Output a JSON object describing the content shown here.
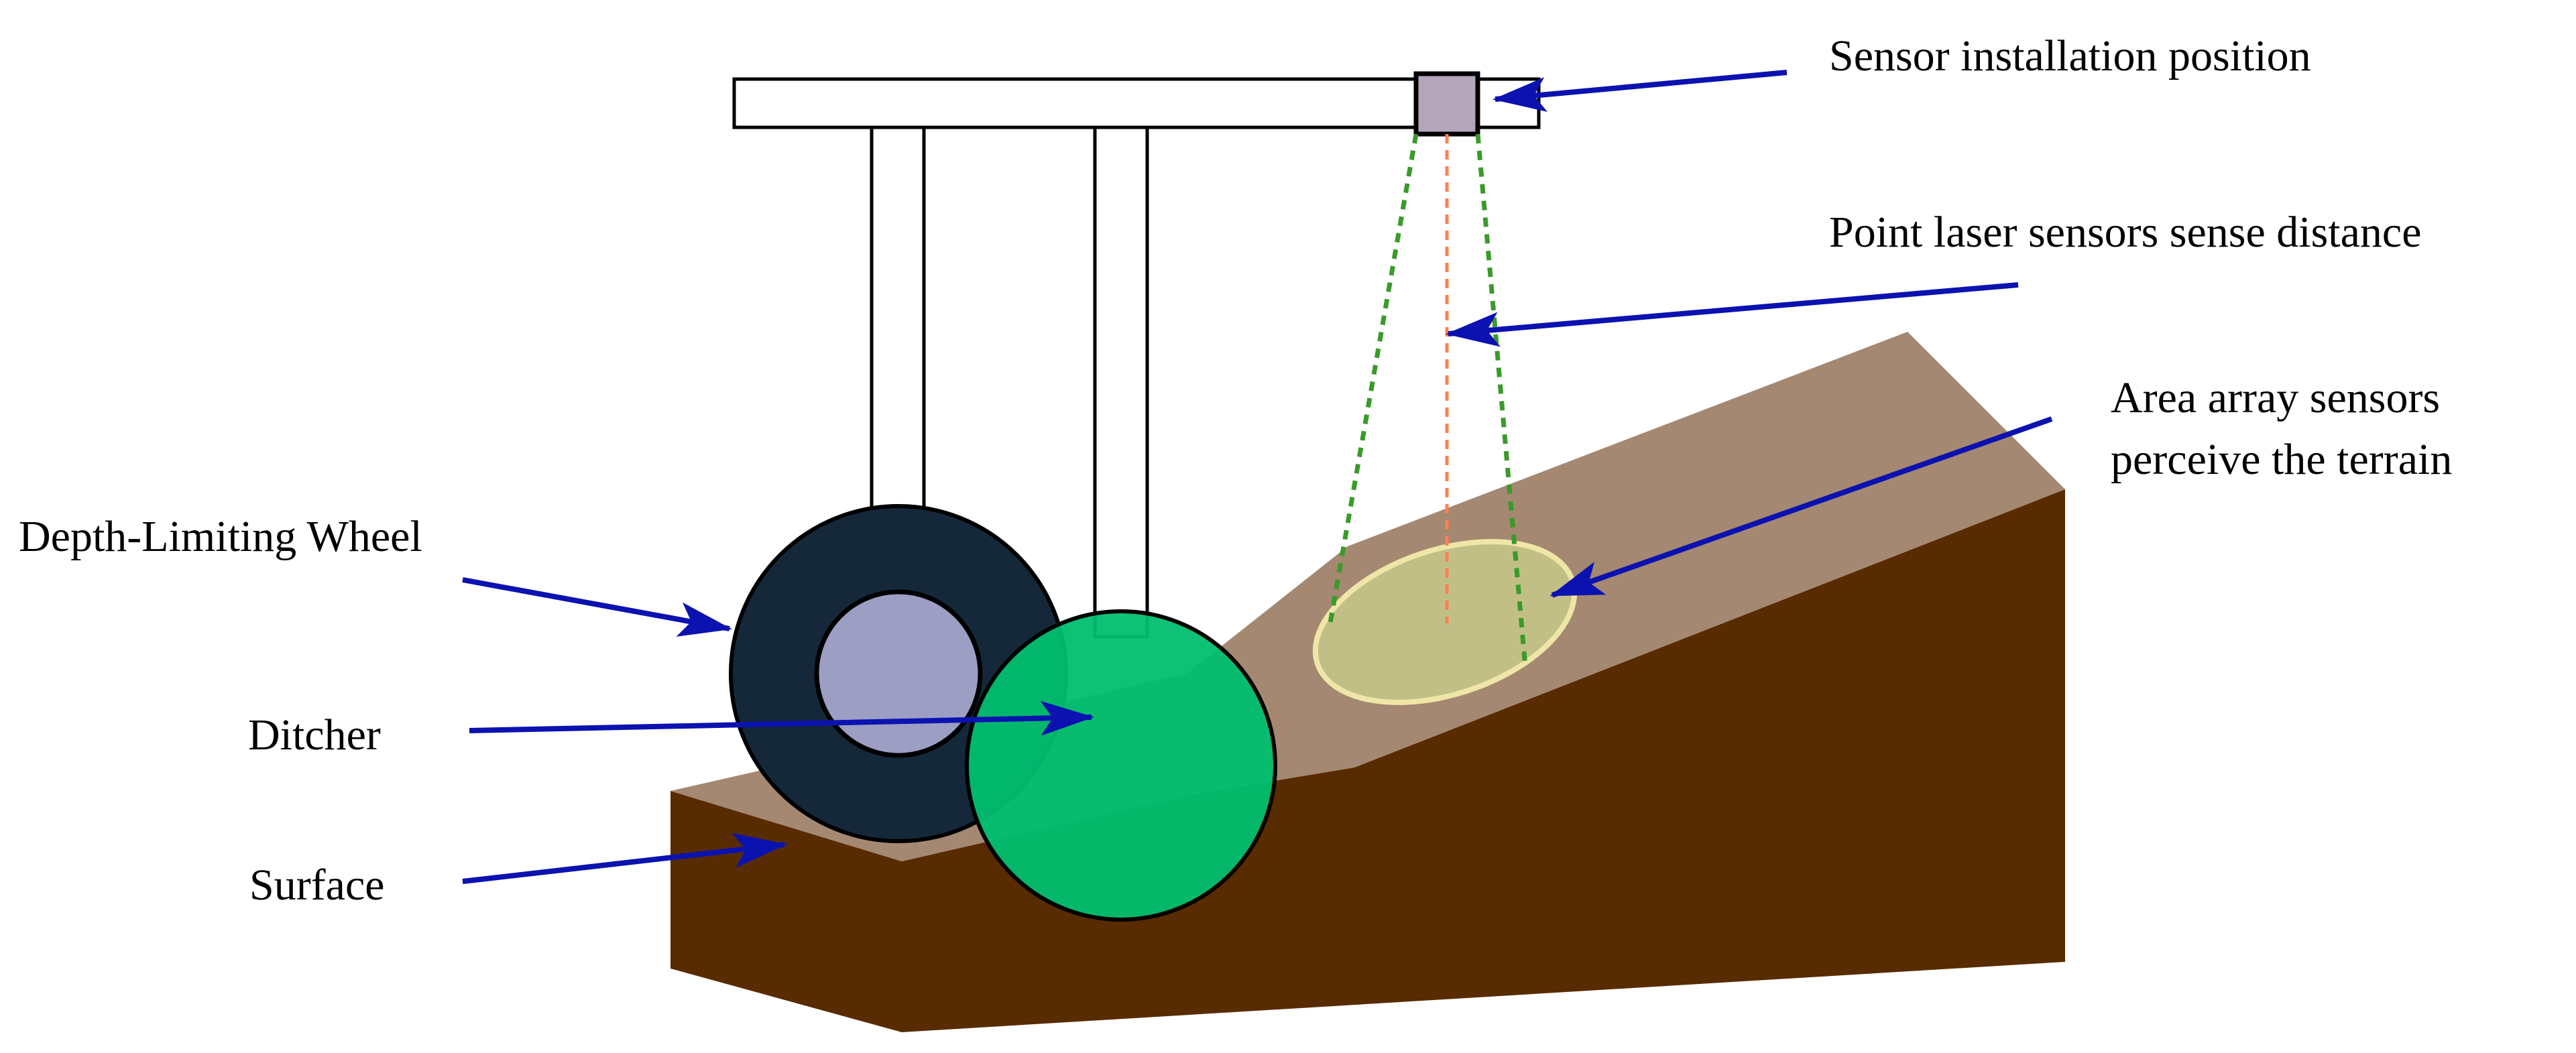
{
  "labels": {
    "sensor_position": "Sensor installation position",
    "point_laser": "Point laser sensors sense distance",
    "area_array_line1": "Area array sensors",
    "area_array_line2": "perceive the terrain",
    "depth_wheel": "Depth-Limiting Wheel",
    "ditcher": "Ditcher",
    "surface": "Surface"
  },
  "colors": {
    "terrain_top": "#a48871",
    "terrain_side": "#582b00",
    "wheel_tire": "#14283a",
    "wheel_hub": "#9c9ec4",
    "ditcher": "#00bf6f",
    "sensor_box": "#b6a6bb",
    "laser_point": "#ff7f50",
    "laser_cone": "#3a9a2a",
    "sensing_area": "#c8c98a",
    "arrow": "#0b12b0",
    "frame": "#ffffff"
  }
}
